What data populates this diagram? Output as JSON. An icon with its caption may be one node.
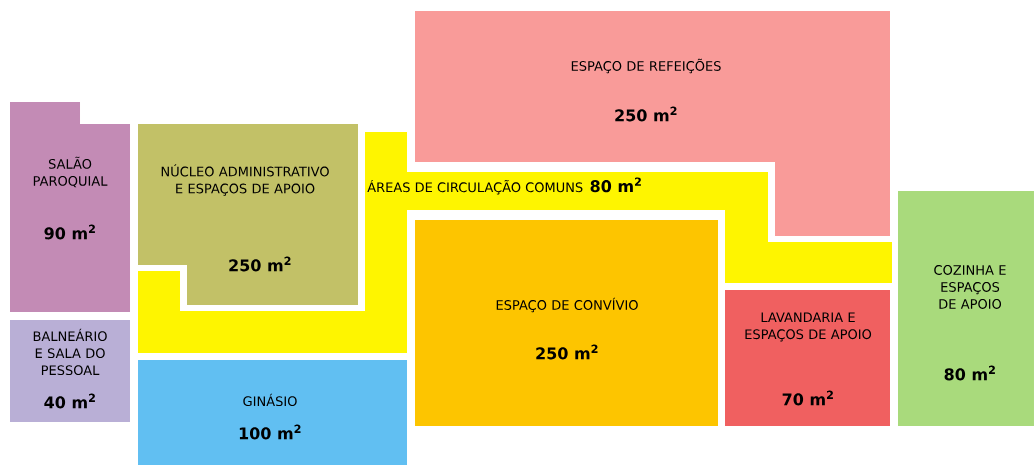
{
  "diagram": {
    "nodes": [
      {
        "text": [
          "SALÃO PAROQUIAL",
          "90 m$^{2}$"
        ]
      },
      {
        "text": [
          "BALNEÁRIO E SALA DO PESSOAL",
          "40 m$^{2}$"
        ]
      },
      {
        "text": [
          "NÚCLEO ADMINISTRATIVO E ESPAÇOS DE APOIO",
          "250 m$^{2}$"
        ]
      },
      {
        "text": [
          "ÁREAS DE CIRCULAÇÃO COMUNS",
          "80 m$^{2}$"
        ]
      },
      {
        "text": [
          "ESPAÇO DE REFEIÇÕES",
          "250 m$^{2}$"
        ]
      },
      {
        "text": [
          "GINÁSIO",
          "100 m$^{2}$"
        ]
      },
      {
        "text": [
          "ESPAÇO DE CONVÍVIO",
          "250 m$^{2}$"
        ]
      },
      {
        "text": [
          "LAVANDARIA E ESPAÇOS DE APOIO",
          "70 m$^{2}$"
        ]
      },
      {
        "text": [
          "COZINHA E ESPAÇOS DE APOIO",
          "80 m$^{2}$"
        ]
      }
    ]
  }
}
